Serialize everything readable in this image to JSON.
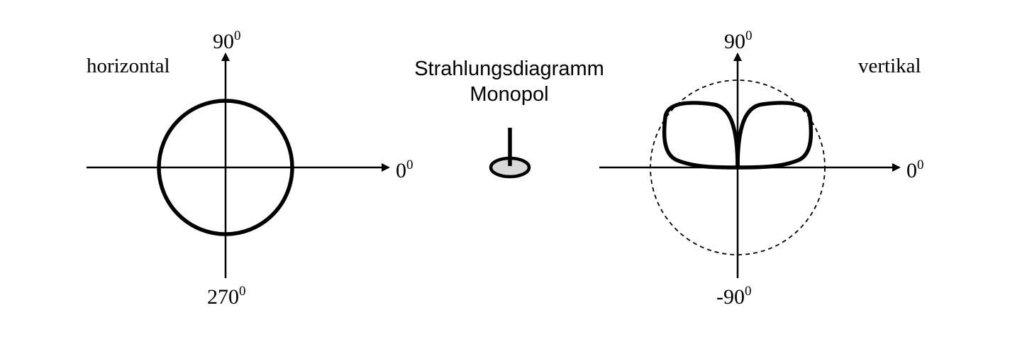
{
  "center": {
    "title_line1": "Strahlungsdiagramm",
    "title_line2": "Monopol"
  },
  "left": {
    "caption": "horizontal",
    "label_top": "90",
    "label_right": "0",
    "label_bottom": "270",
    "degree_mark": "0"
  },
  "right": {
    "caption": "vertikal",
    "label_top": "90",
    "label_right": "0",
    "label_bottom": "-90",
    "degree_mark": "0"
  },
  "colors": {
    "line": "#000000",
    "feed_fill": "#d9d9d9"
  }
}
